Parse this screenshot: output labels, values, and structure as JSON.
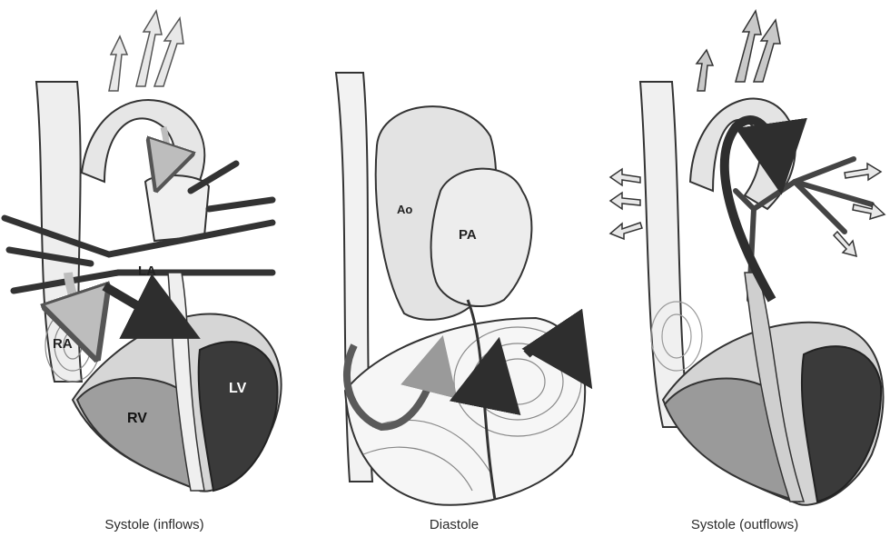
{
  "panels": [
    {
      "caption": "Systole (inflows)",
      "labels": {
        "ra": "RA",
        "la": "LA",
        "rv": "RV",
        "lv": "LV"
      }
    },
    {
      "caption": "Diastole",
      "labels": {
        "ao": "Ao",
        "pa": "PA"
      }
    },
    {
      "caption": "Systole (outflows)",
      "labels": {}
    }
  ],
  "colors": {
    "ink": "#2b2b2b",
    "vessel_fill": "#ececec",
    "tissue_fill": "#d9d9d9",
    "dark_muscle": "#3a3a3a",
    "arrow_light": "#c8c8c8",
    "arrow_dark": "#2e2e2e"
  }
}
